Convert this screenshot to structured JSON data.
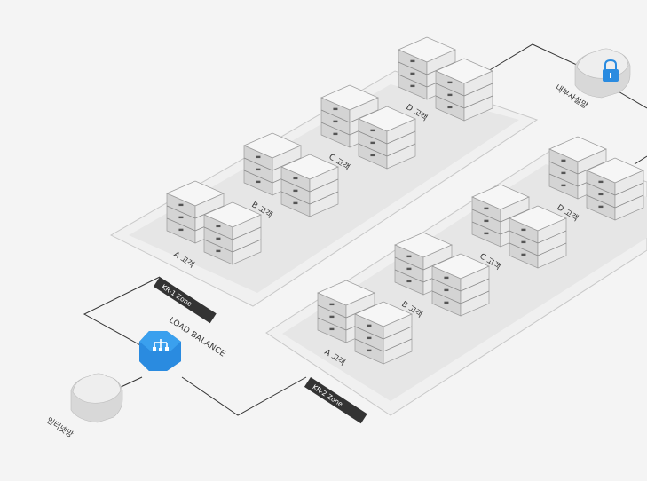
{
  "zones": [
    {
      "name": "KR-1 Zone",
      "customers": [
        "A 고객",
        "B 고객",
        "C 고객",
        "D 고객"
      ]
    },
    {
      "name": "KR-2 Zone",
      "customers": [
        "A 고객",
        "B 고객",
        "C 고객",
        "D 고객"
      ]
    }
  ],
  "load_balancer": {
    "label": "LOAD BALANCE"
  },
  "internet_cloud": {
    "label": "인터넷망"
  },
  "internal_cloud": {
    "label": "내부사설망"
  },
  "colors": {
    "background": "#f4f4f4",
    "server_top": "#f6f6f6",
    "server_left": "#d4d4d4",
    "server_right": "#eaeaea",
    "load_balancer": "#2a8be0",
    "lock_icon": "#2a8be0",
    "zone_tag": "#333333"
  },
  "icons": [
    "load-balancer-icon",
    "cloud-icon",
    "lock-icon",
    "server-icon"
  ]
}
